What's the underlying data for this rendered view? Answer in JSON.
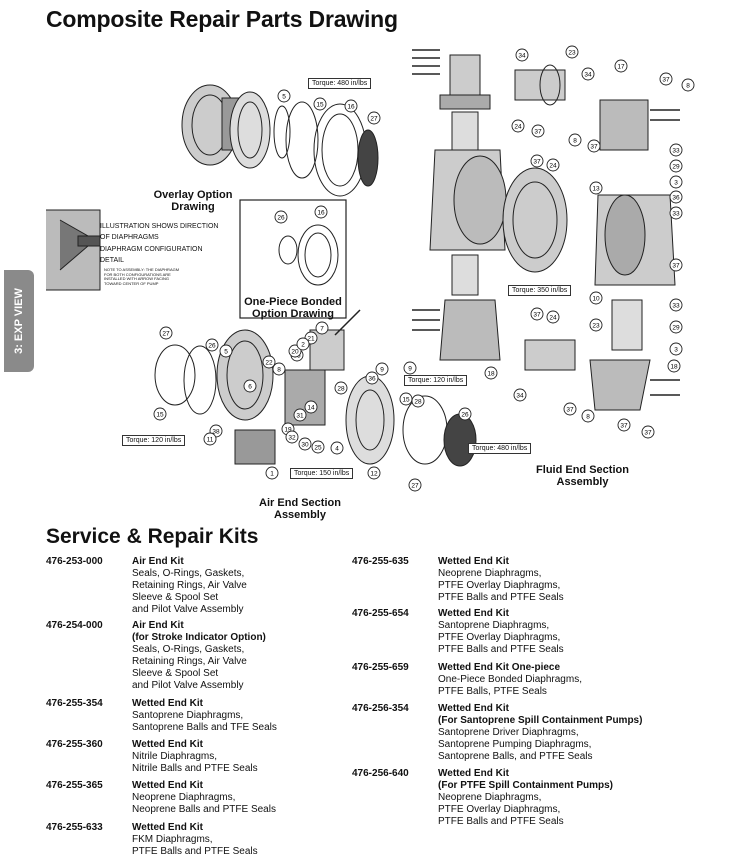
{
  "page_title": "Composite Repair Parts Drawing",
  "side_tab": "3: EXP VIEW",
  "diagram": {
    "overlay_label": "Overlay Option Drawing",
    "illustration_text": "ILLUSTRATION SHOWS DIRECTION OF DIAPHRAGMS",
    "config_text": "DIAPHRAGM CONFIGURATION DETAIL",
    "note_text": "NOTE TO ASSEMBLY: THE DIAPHRAGM FOR BOTH CONFIGURATIONS ARE INSTALLED WITH ARROW FACING TOWARD CENTER OF PUMP",
    "one_piece_label": "One-Piece Bonded Option Drawing",
    "air_end_label": "Air End Section Assembly",
    "fluid_end_label": "Fluid End Section Assembly",
    "torques": [
      "Torque: 480 in/lbs",
      "Torque: 350 in/lbs",
      "Torque: 120 in/lbs",
      "Torque: 120 in/lbs",
      "Torque: 150 in/lbs",
      "Torque: 480 in/lbs"
    ],
    "callouts": [
      "34",
      "23",
      "17",
      "37",
      "8",
      "5",
      "15",
      "16",
      "27",
      "24",
      "37",
      "34",
      "8",
      "37",
      "33",
      "29",
      "3",
      "36",
      "33",
      "13",
      "37",
      "26",
      "16",
      "37",
      "24",
      "24",
      "37",
      "10",
      "33",
      "29",
      "3",
      "27",
      "7",
      "21",
      "35",
      "26",
      "5",
      "22",
      "20",
      "2",
      "18",
      "34",
      "23",
      "37",
      "37",
      "37",
      "8",
      "15",
      "9",
      "6",
      "28",
      "36",
      "9",
      "38",
      "19",
      "11",
      "12",
      "1",
      "14",
      "31",
      "32",
      "30",
      "25",
      "4",
      "8",
      "15",
      "27",
      "26",
      "28",
      "18"
    ]
  },
  "kits_title": "Service & Repair Kits",
  "kits_left": [
    {
      "pn": "476-253-000",
      "name": "Air End Kit",
      "lines": [
        "Seals, O-Rings, Gaskets,",
        "Retaining Rings, Air Valve",
        "Sleeve & Spool Set",
        "and Pilot Valve Assembly"
      ]
    },
    {
      "pn": "476-254-000",
      "name": "Air End Kit",
      "sub": "(for Stroke Indicator Option)",
      "lines": [
        "Seals, O-Rings, Gaskets,",
        "Retaining Rings, Air Valve",
        "Sleeve & Spool Set",
        "and Pilot Valve Assembly"
      ]
    },
    {
      "pn": "476-255-354",
      "name": "Wetted End Kit",
      "lines": [
        "Santoprene Diaphragms,",
        "Santoprene Balls and TFE Seals"
      ]
    },
    {
      "pn": "476-255-360",
      "name": "Wetted End Kit",
      "lines": [
        "Nitrile Diaphragms,",
        "Nitrile Balls and PTFE Seals"
      ]
    },
    {
      "pn": "476-255-365",
      "name": "Wetted End Kit",
      "lines": [
        "Neoprene Diaphragms,",
        "Neoprene Balls and PTFE Seals"
      ]
    },
    {
      "pn": "476-255-633",
      "name": "Wetted End Kit",
      "lines": [
        "FKM Diaphragms,",
        "PTFE Balls and PTFE Seals"
      ]
    }
  ],
  "kits_right": [
    {
      "pn": "476-255-635",
      "name": "Wetted End Kit",
      "lines": [
        "Neoprene Diaphragms,",
        "PTFE Overlay Diaphragms,",
        "PTFE Balls and PTFE Seals"
      ]
    },
    {
      "pn": "476-255-654",
      "name": "Wetted End Kit",
      "lines": [
        "Santoprene Diaphragms,",
        "PTFE Overlay Diaphragms,",
        "PTFE Balls and PTFE Seals"
      ]
    },
    {
      "pn": "476-255-659",
      "name": "Wetted End Kit One-piece",
      "lines": [
        "One-Piece Bonded Diaphragms,",
        "PTFE Balls, PTFE Seals"
      ]
    },
    {
      "pn": "476-256-354",
      "name": "Wetted End Kit",
      "sub": "(For Santoprene Spill Containment Pumps)",
      "lines": [
        "Santoprene Driver Diaphragms,",
        "Santoprene Pumping Diaphragms,",
        "Santoprene Balls, and PTFE Seals"
      ]
    },
    {
      "pn": "476-256-640",
      "name": "Wetted End Kit",
      "sub": "(For PTFE Spill Containment Pumps)",
      "lines": [
        "Neoprene Diaphragms,",
        "PTFE Overlay Diaphragms,",
        "PTFE Balls and PTFE Seals"
      ]
    }
  ]
}
